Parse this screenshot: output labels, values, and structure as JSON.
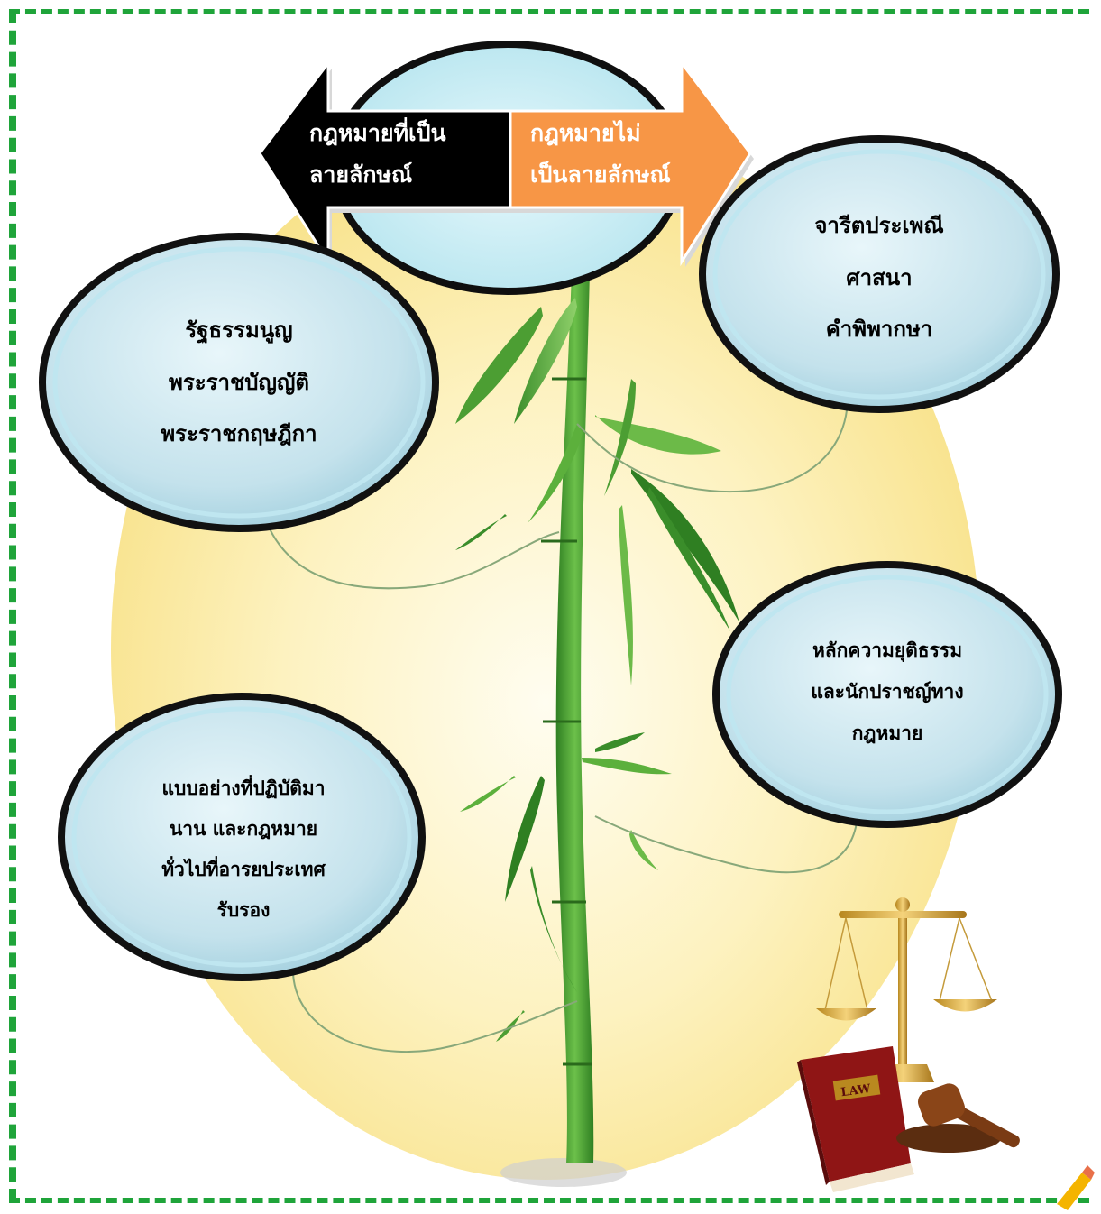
{
  "arrows": {
    "left": [
      "กฎหมายที่เป็น",
      "ลายลักษณ์"
    ],
    "right": [
      "กฎหมายไม่",
      "เป็นลายลักษณ์"
    ]
  },
  "bubbles": {
    "top_left": [
      "รัฐธรรมนูญ",
      "พระราชบัญญัติ",
      "พระราชกฤษฎีกา"
    ],
    "top_right": [
      "จารีตประเพณี",
      "ศาสนา",
      "คำพิพากษา"
    ],
    "mid_right": [
      "หลักความยุติธรรม",
      "และนักปราชญ์ทาง",
      "กฎหมาย"
    ],
    "bottom_left": [
      "แบบอย่างที่ปฏิบัติมา",
      "นาน และกฎหมาย",
      "ทั่วไปที่อารยประเทศ",
      "รับรอง"
    ]
  },
  "book": {
    "label": "LAW"
  },
  "colors": {
    "border": "#1fa43a",
    "glow": "#fbe9a0",
    "left_arrow": "#000000",
    "right_arrow": "#f79646",
    "bubble_fill": "#cfe9f2",
    "bamboo": "#3f9b2c"
  },
  "icons": [
    "bamboo-plant-illustration",
    "scales-of-justice-icon",
    "law-book-icon",
    "gavel-icon"
  ]
}
